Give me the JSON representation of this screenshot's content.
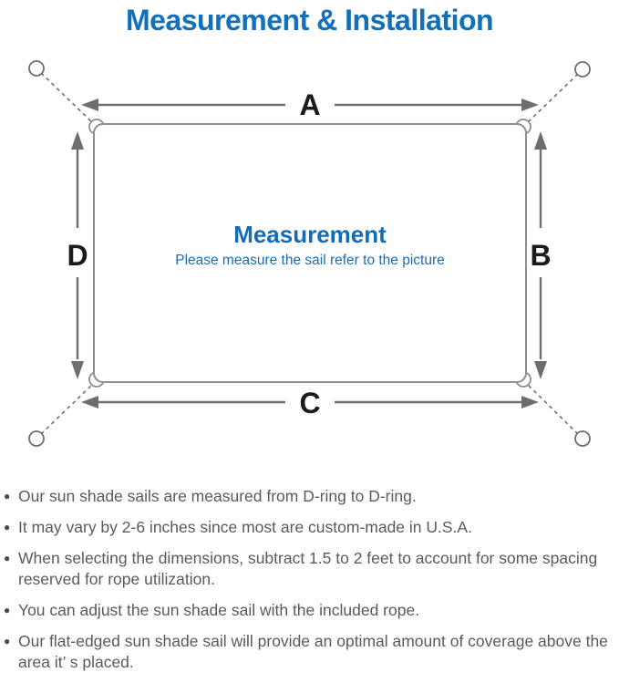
{
  "title": "Measurement & Installation",
  "diagram": {
    "label_top": "A",
    "label_right": "B",
    "label_bottom": "C",
    "label_left": "D",
    "center_heading": "Measurement",
    "center_subtitle": "Please measure the sail refer to the picture"
  },
  "notes": {
    "bullet_glyph": "●",
    "items": [
      {
        "text": "Our sun shade sails are measured from D-ring to D-ring."
      },
      {
        "text": "It may vary by 2-6 inches since most are custom-made in U.S.A."
      },
      {
        "text": "When selecting the dimensions, subtract 1.5 to 2 feet to account for some spacing reserved for rope utilization."
      },
      {
        "text": "You can adjust the sun shade sail with the included rope."
      },
      {
        "text": "Our flat-edged sun shade sail will provide an optimal amount of coverage above the area it’ s placed."
      }
    ]
  },
  "colors": {
    "title_blue": "#1370b8",
    "center_blue": "#156cb4",
    "outline_gray": "#8f8f8f",
    "arrow_gray": "#6e6e6e",
    "note_text_gray": "#5a5a5a",
    "label_black": "#1a1a1a"
  }
}
